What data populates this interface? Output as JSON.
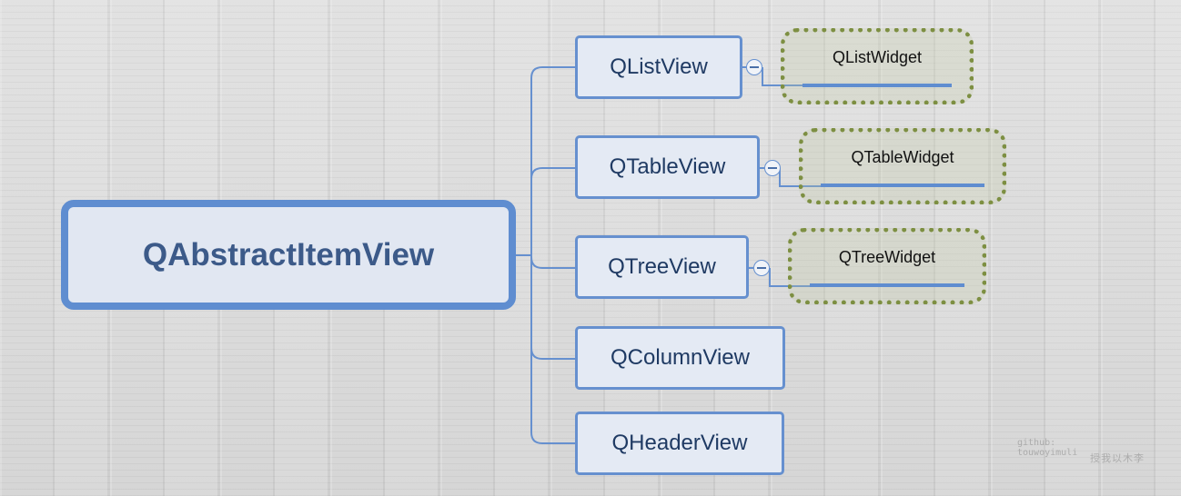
{
  "root": {
    "label": "QAbstractItemView"
  },
  "children": [
    {
      "label": "QListView",
      "subclass": "QListWidget"
    },
    {
      "label": "QTableView",
      "subclass": "QTableWidget"
    },
    {
      "label": "QTreeView",
      "subclass": "QTreeWidget"
    },
    {
      "label": "QColumnView"
    },
    {
      "label": "QHeaderView"
    }
  ],
  "watermark": {
    "line1": "github:",
    "line2": "touwoyimuli",
    "cn": "授我以木李"
  },
  "colors": {
    "node_border": "#6690cf",
    "root_border": "#5f8dd0",
    "leaf_border": "#7d8f42",
    "text": "#1f3a63"
  }
}
